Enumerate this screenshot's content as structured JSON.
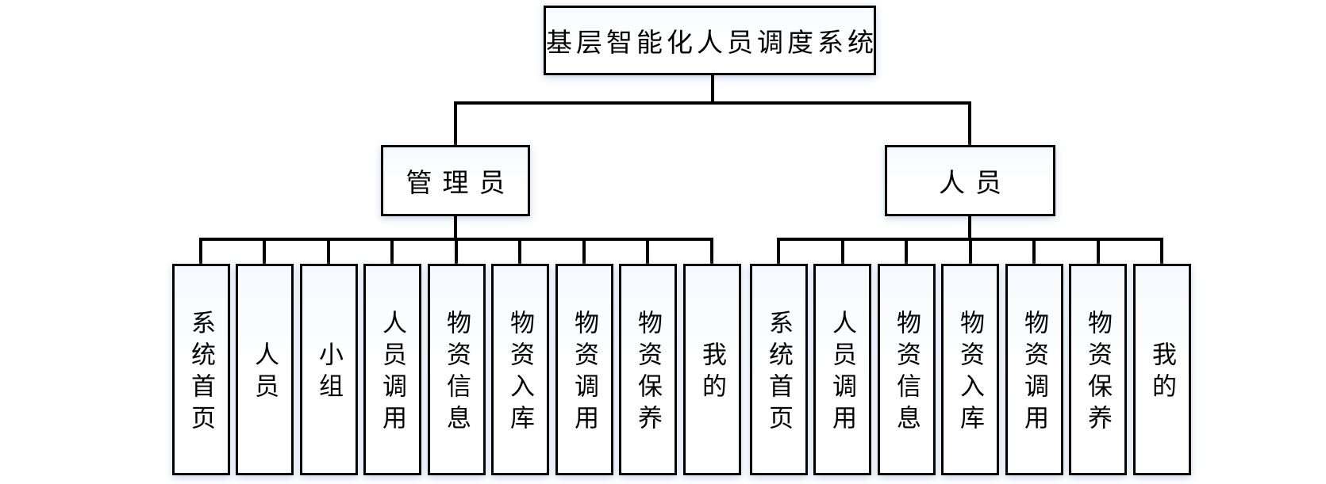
{
  "diagram": {
    "title": "基层智能化人员调度系统",
    "colors": {
      "line": "#000000",
      "box_border": "#000000",
      "box_fill": "#ffffff",
      "text": "#000000",
      "glow": "#c4d2ea"
    },
    "root": {
      "label": "基层智能化人员调度系统"
    },
    "branches": [
      {
        "label": "管理员",
        "children": [
          "系统首页",
          "人员",
          "小组",
          "人员调用",
          "物资信息",
          "物资入库",
          "物资调用",
          "物资保养",
          "我的"
        ]
      },
      {
        "label": "人员",
        "children": [
          "系统首页",
          "人员调用",
          "物资信息",
          "物资入库",
          "物资调用",
          "物资保养",
          "我的"
        ]
      }
    ]
  }
}
